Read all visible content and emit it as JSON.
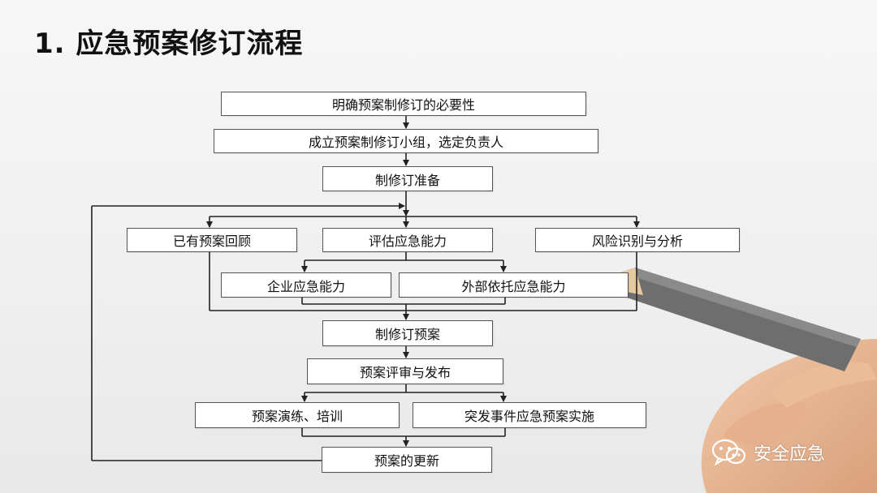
{
  "title": "1. 应急预案修订流程",
  "watermark": "安全应急",
  "icons": [
    "wechat-icon",
    "pencil-hand-image"
  ],
  "boxes": {
    "necessity": "明确预案制修订的必要性",
    "team": "成立预案制修订小组，选定负责人",
    "prepare": "制修订准备",
    "review_existing": "已有预案回顾",
    "assess_capability": "评估应急能力",
    "risk_analysis": "风险识别与分析",
    "enterprise_capability": "企业应急能力",
    "external_capability": "外部依托应急能力",
    "revise_plan": "制修订预案",
    "review_publish": "预案评审与发布",
    "drill_training": "预案演练、培训",
    "emergency_implement": "突发事件应急预案实施",
    "update_plan": "预案的更新"
  }
}
